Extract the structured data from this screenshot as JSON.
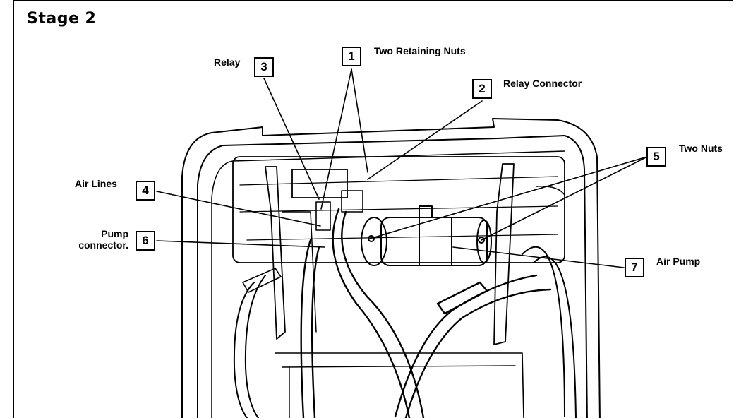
{
  "title": "Stage 2",
  "callouts": [
    {
      "num": "1",
      "label": "Two Retaining Nuts"
    },
    {
      "num": "2",
      "label": "Relay Connector"
    },
    {
      "num": "3",
      "label": "Relay"
    },
    {
      "num": "4",
      "label": "Air Lines"
    },
    {
      "num": "5",
      "label": "Two Nuts"
    },
    {
      "num": "6",
      "label_line1": "Pump",
      "label_line2": "connector."
    },
    {
      "num": "7",
      "label": "Air Pump"
    }
  ]
}
